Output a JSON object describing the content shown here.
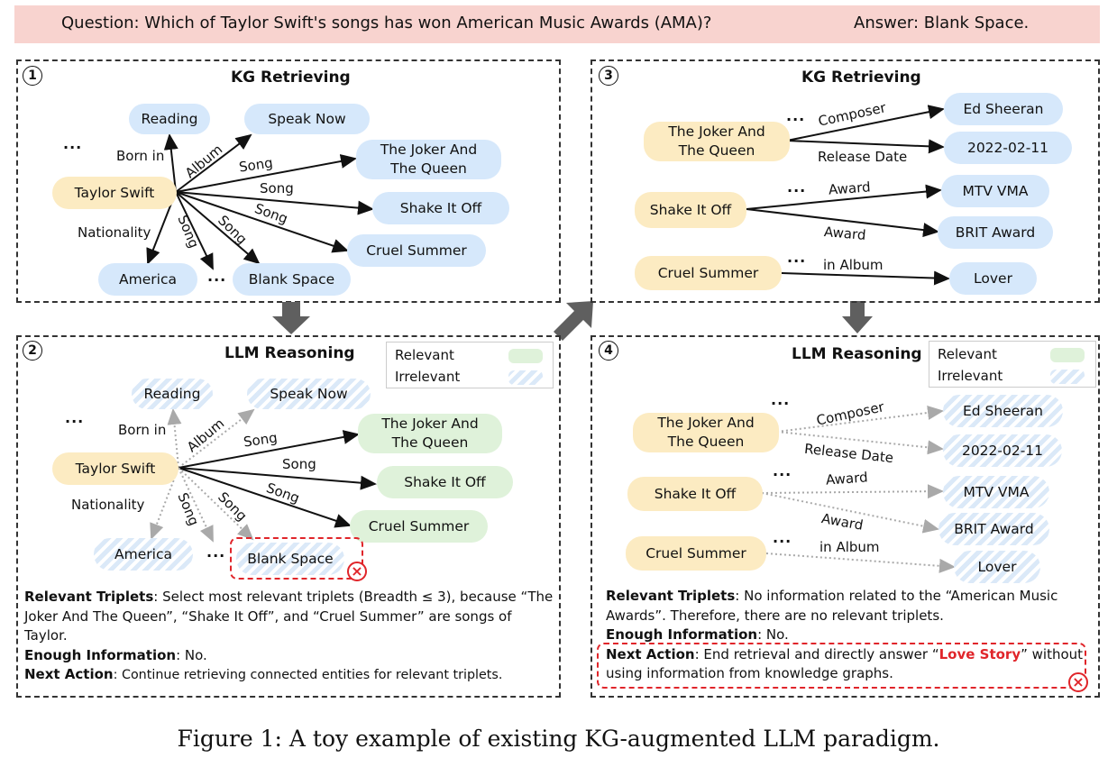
{
  "banner": {
    "question": "Question: Which of Taylor Swift's songs has won American Music Awards (AMA)?",
    "answer": "Answer: Blank Space."
  },
  "panel1": {
    "num": "1",
    "title": "KG Retrieving",
    "nodes": {
      "reading": "Reading",
      "speak_now": "Speak Now",
      "joker": "The Joker And\nThe Queen",
      "taylor": "Taylor Swift",
      "shake": "Shake It Off",
      "cruel": "Cruel Summer",
      "america": "America",
      "blank": "Blank Space"
    },
    "edges": {
      "born_in": "Born in",
      "album": "Album",
      "song1": "Song",
      "song2": "Song",
      "song3": "Song",
      "nationality": "Nationality",
      "song4": "Song",
      "song5": "Song"
    },
    "dots": "..."
  },
  "panel2": {
    "num": "2",
    "title": "LLM Reasoning",
    "legend": {
      "relevant": "Relevant",
      "irrelevant": "Irrelevant"
    },
    "nodes": {
      "reading": "Reading",
      "speak_now": "Speak Now",
      "joker": "The Joker And\nThe Queen",
      "taylor": "Taylor Swift",
      "shake": "Shake It Off",
      "cruel": "Cruel Summer",
      "america": "America",
      "blank": "Blank Space"
    },
    "edges": {
      "born_in": "Born in",
      "album": "Album",
      "song1": "Song",
      "song2": "Song",
      "song3": "Song",
      "nationality": "Nationality",
      "song4": "Song",
      "song5": "Song"
    },
    "dots": "...",
    "text": {
      "rel_label": "Relevant Triplets",
      "rel_body": ": Select most relevant triplets (Breadth ≤ 3), because “The Joker And The Queen”, “Shake It Off”, and “Cruel Summer” are songs of Taylor.",
      "enough_label": "Enough Information",
      "enough_body": ": No.",
      "next_label": "Next Action",
      "next_body": ": Continue retrieving connected entities for relevant triplets."
    }
  },
  "panel3": {
    "num": "3",
    "title": "KG Retrieving",
    "nodes": {
      "joker": "The Joker And\nThe Queen",
      "ed": "Ed Sheeran",
      "date": "2022-02-11",
      "shake": "Shake It Off",
      "mtv": "MTV VMA",
      "brit": "BRIT Award",
      "cruel": "Cruel Summer",
      "lover": "Lover"
    },
    "edges": {
      "composer": "Composer",
      "release": "Release Date",
      "award1": "Award",
      "award2": "Award",
      "in_album": "in Album"
    },
    "dots": "..."
  },
  "panel4": {
    "num": "4",
    "title": "LLM Reasoning",
    "legend": {
      "relevant": "Relevant",
      "irrelevant": "Irrelevant"
    },
    "nodes": {
      "joker": "The Joker And\nThe Queen",
      "ed": "Ed Sheeran",
      "date": "2022-02-11",
      "shake": "Shake It Off",
      "mtv": "MTV VMA",
      "brit": "BRIT Award",
      "cruel": "Cruel Summer",
      "lover": "Lover"
    },
    "edges": {
      "composer": "Composer",
      "release": "Release Date",
      "award1": "Award",
      "award2": "Award",
      "in_album": "in Album"
    },
    "dots": "...",
    "text": {
      "rel_label": "Relevant Triplets",
      "rel_body": ": No information related to the “American Music Awards”. Therefore, there are no relevant triplets.",
      "enough_label": "Enough Information",
      "enough_body": ": No.",
      "next_label": "Next Action",
      "next_body_1": ": End retrieval and directly answer “",
      "next_highlight": "Love Story",
      "next_body_2": "” without using information from knowledge graphs."
    }
  },
  "caption": "Figure 1: A toy example of existing KG-augmented LLM paradigm.",
  "colors": {
    "banner": "#f8d3cf",
    "blue_node": "#d6e8fb",
    "yellow_node": "#fcebc2",
    "green_node": "#dff2da",
    "error_red": "#e0252a",
    "arrow_gray": "#5f5f5f"
  },
  "icons": {
    "error": "circle-x-icon"
  }
}
